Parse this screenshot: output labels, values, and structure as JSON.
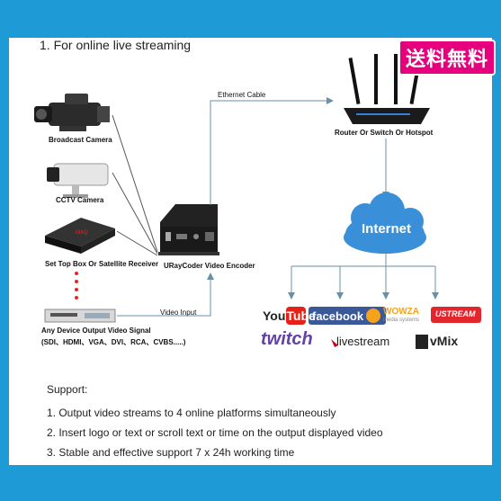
{
  "badge": "送料無料",
  "heading": "1. For online live streaming",
  "devices": {
    "broadcast": "Broadcast Camera",
    "cctv": "CCTV Camera",
    "settop": "Set Top Box Or Satellite Receiver",
    "any_line1": "Any Device Output Video Signal",
    "any_line2": "(SDI、HDMI、VGA、DVI、RCA、CVBS.....)"
  },
  "encoder": "URayCoder Video Encoder",
  "video_input": "Video Input",
  "ethernet": "Ethernet Cable",
  "router": "Router Or Switch Or Hotspot",
  "internet": "Internet",
  "platforms": {
    "youtube_you": "You",
    "youtube_tube": "Tube",
    "facebook": "facebook",
    "wowza": "WOWZA",
    "wowza_sub": "media systems",
    "ustream": "USTREAM",
    "twitch": "twitch",
    "livestream": "livestream",
    "vmix": "vMix"
  },
  "support": {
    "title": "Support:",
    "item1": "1. Output video streams to 4 online platforms simultaneously",
    "item2": "2. Insert logo or text or scroll text or time on the output displayed video",
    "item3": "3. Stable and effective support 7 x 24h working time"
  },
  "colors": {
    "frame": "#1e9bd7",
    "badge": "#e6007e",
    "arrow": "#6a8fa8",
    "cloud": "#3a8fd9",
    "youtube_red": "#e62117",
    "facebook_blue": "#3b5998",
    "wowza_orange": "#f7a21b",
    "ustream_red": "#e2262e",
    "twitch_purple": "#6441a5",
    "livestream_red": "#d0021b"
  }
}
